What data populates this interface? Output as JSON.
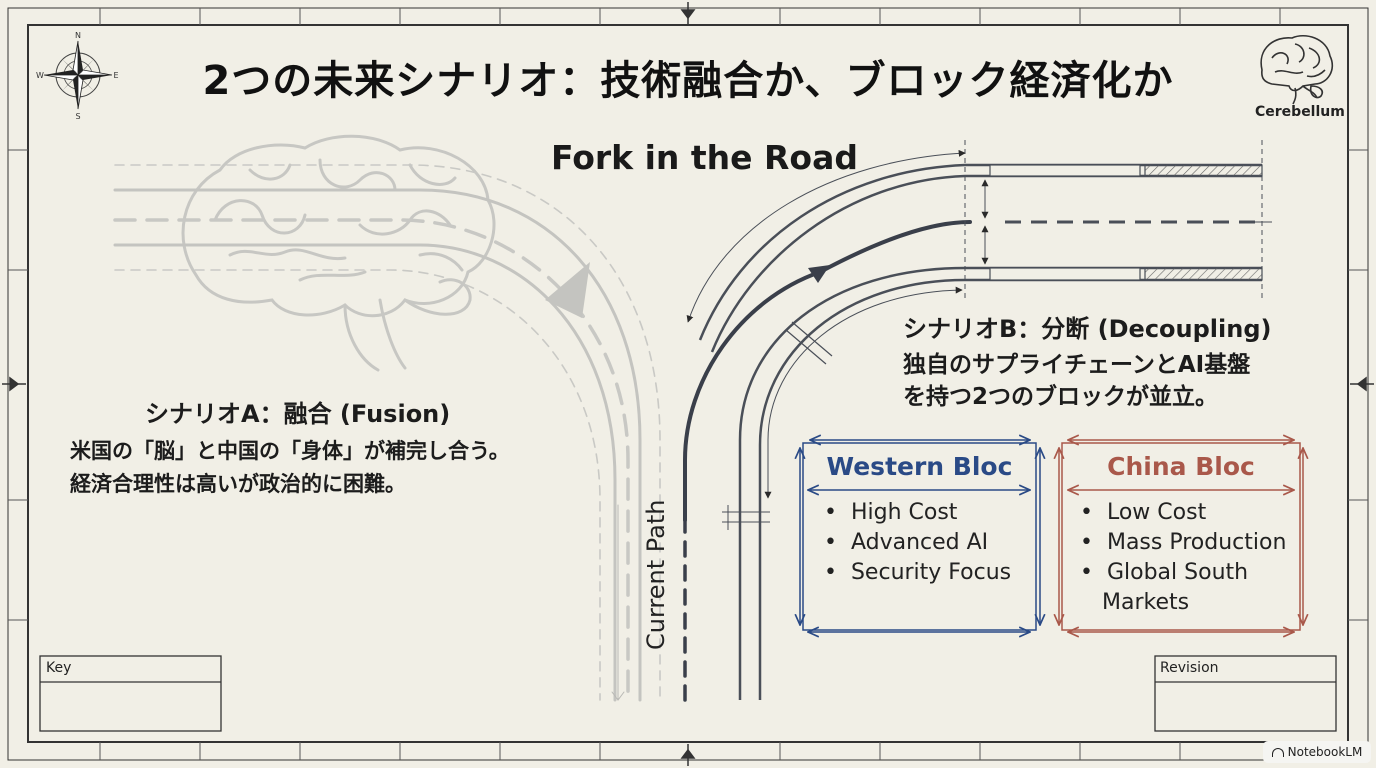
{
  "title": "2つの未来シナリオ：技術融合か、ブロック経済化か",
  "subtitle": "Fork in the Road",
  "brain_label": "Cerebellum",
  "compass": {
    "n": "N",
    "s": "S",
    "e": "E",
    "w": "W"
  },
  "scenario_a": {
    "heading": "シナリオA：融合 (Fusion)",
    "lines": [
      "米国の「脳」と中国の「身体」が補完し合う。",
      "経済合理性は高いが政治的に困難。"
    ]
  },
  "scenario_b": {
    "heading": "シナリオB：分断 (Decoupling)",
    "lines": [
      "独自のサプライチェーンとAI基盤",
      "を持つ2つのブロックが並立。"
    ]
  },
  "current_path": "Current Path",
  "western_bloc": {
    "title": "Western Bloc",
    "items": [
      "High Cost",
      "Advanced AI",
      "Security Focus"
    ],
    "color": "#2a4a86"
  },
  "china_bloc": {
    "title": "China Bloc",
    "items": [
      "Low Cost",
      "Mass Production",
      "Global South",
      "Markets"
    ],
    "color": "#a9584a"
  },
  "key_label": "Key",
  "revision_label": "Revision",
  "watermark": "NotebookLM"
}
